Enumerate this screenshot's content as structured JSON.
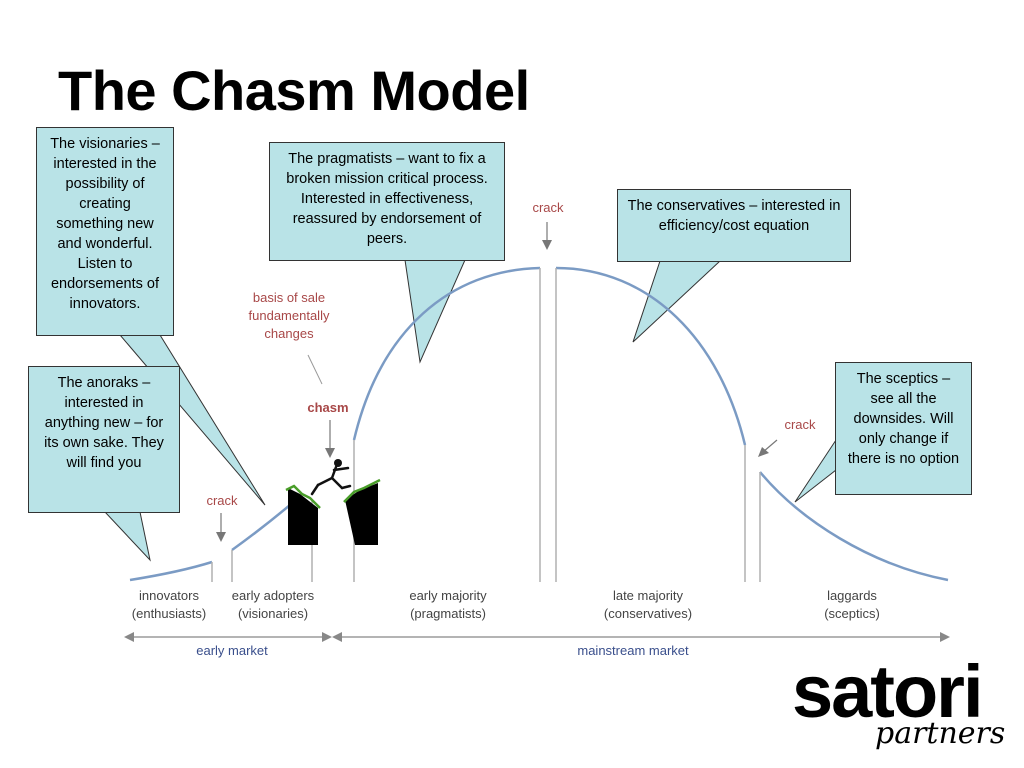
{
  "title": "The Chasm Model",
  "callouts": {
    "visionaries": "The visionaries – interested in the possibility of creating something new and wonderful. Listen to endorsements of innovators.",
    "pragmatists": "The pragmatists – want to fix a broken mission critical process. Interested in effectiveness, reassured by endorsement of peers.",
    "conservatives": "The conservatives – interested in efficiency/cost equation",
    "anoraks": "The anoraks – interested in anything new – for its own sake. They will find you",
    "sceptics": "The sceptics – see all the downsides. Will only change if there is no option"
  },
  "annotations": {
    "crack": "crack",
    "basis_line1": "basis of sale",
    "basis_line2": "fundamentally",
    "basis_line3": "changes",
    "chasm": "chasm"
  },
  "segments": [
    {
      "name": "innovators",
      "group": "(enthusiasts)"
    },
    {
      "name": "early adopters",
      "group": "(visionaries)"
    },
    {
      "name": "early majority",
      "group": "(pragmatists)"
    },
    {
      "name": "late majority",
      "group": "(conservatives)"
    },
    {
      "name": "laggards",
      "group": "(sceptics)"
    }
  ],
  "markets": {
    "early": "early market",
    "mainstream": "mainstream market"
  },
  "logo": {
    "main": "satori",
    "sub": "partners"
  },
  "colors": {
    "curve": "#7b9bc4",
    "divider": "#b0b0b0",
    "annotation": "#a84848",
    "callout_fill": "#b9e3e7",
    "market_label": "#3a4f8c"
  }
}
